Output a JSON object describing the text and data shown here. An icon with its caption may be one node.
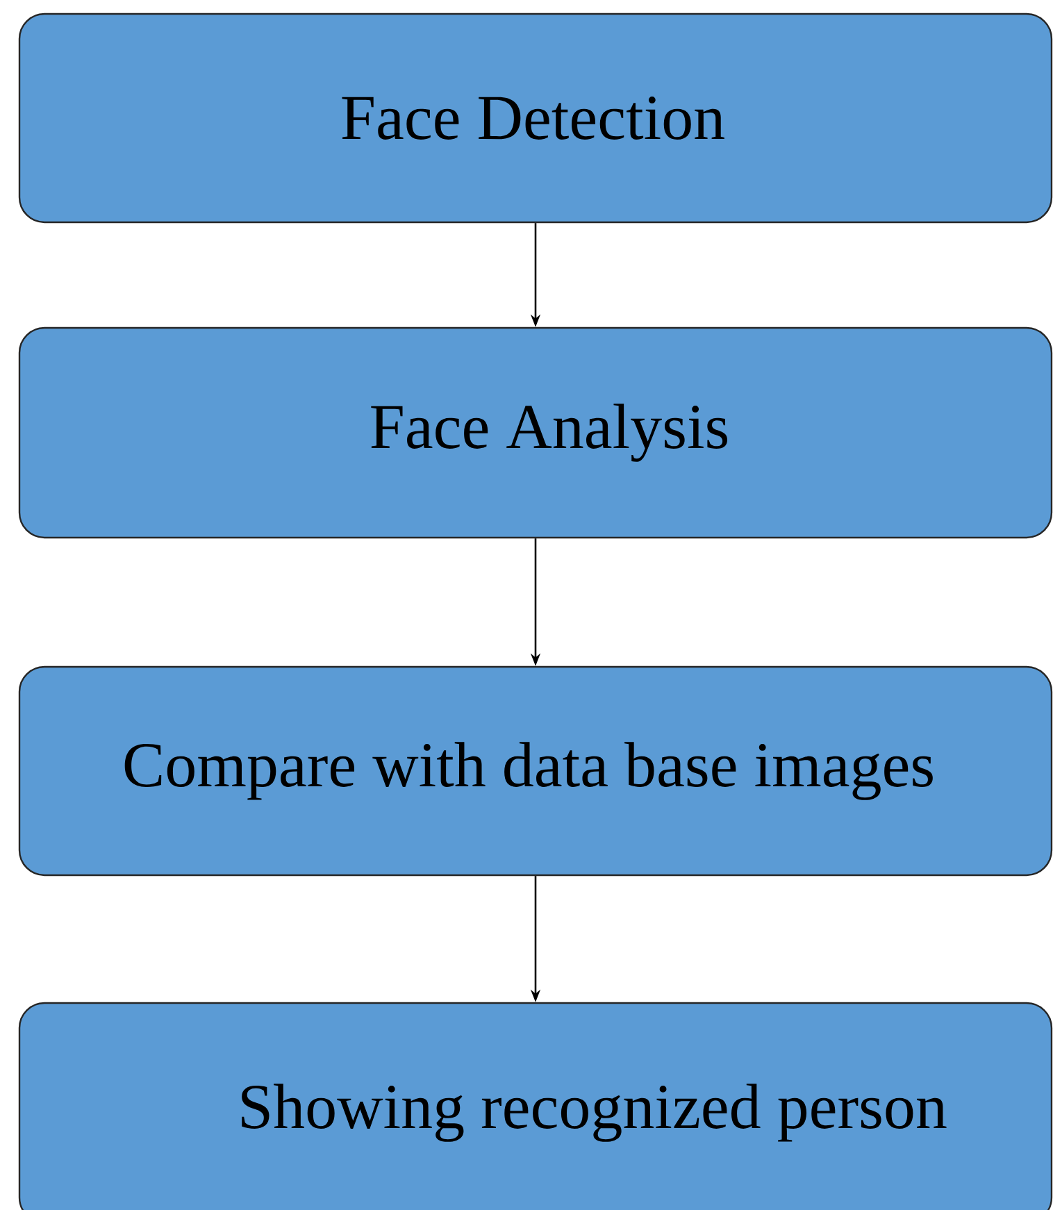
{
  "diagram": {
    "nodes": [
      {
        "text": [
          "Face Detection"
        ]
      },
      {
        "text": [
          "Face Analysis"
        ]
      },
      {
        "text": [
          "Compare with data base images"
        ]
      },
      {
        "text": [
          "Showing recognized person"
        ]
      }
    ],
    "edges": [
      {
        "from": 0,
        "to": 1,
        "arrow": "to"
      },
      {
        "from": 1,
        "to": 2,
        "arrow": "to"
      },
      {
        "from": 2,
        "to": 3,
        "arrow": "to"
      }
    ]
  }
}
